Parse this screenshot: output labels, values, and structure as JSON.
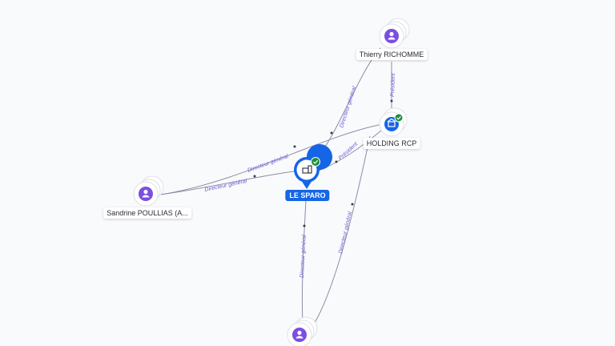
{
  "nodes": {
    "thierry": {
      "label": "Thierry RICHOMME",
      "icon": "person-icon"
    },
    "holding": {
      "label": "HOLDING RCP",
      "icon": "company-icon",
      "verified": true
    },
    "sparo": {
      "label": "LE SPARO",
      "icon": "company-icon",
      "verified": true
    },
    "sandrine": {
      "label": "Sandrine POULLIAS (A...",
      "icon": "person-icon"
    },
    "bottom": {
      "icon": "person-icon"
    }
  },
  "edges": {
    "thierry_holding": "Président",
    "thierry_sparo": "Directeur général",
    "sandrine_holding": "Directeur général",
    "sandrine_sparo": "Directeur général",
    "holding_sparo": "Président",
    "bottom_sparo": "Directeur général",
    "bottom_holding": "Directeur général"
  },
  "colors": {
    "person": "#7b4fe0",
    "company": "#1565e6",
    "verified": "#1e8e3e",
    "edge": "#8c8ea6",
    "edge_label": "#6b5fd6"
  }
}
